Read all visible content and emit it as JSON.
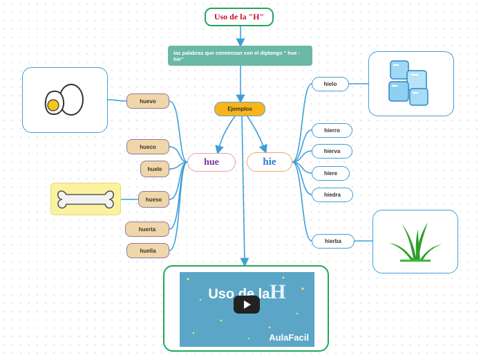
{
  "title": "Uso de la \"H\"",
  "description": "las palabras que comienzan con el diptongo \" hue - hie\"",
  "examples_label": "Ejemplos",
  "hue": {
    "label": "hue",
    "words": [
      "huevo",
      "hueco",
      "huele",
      "hueso",
      "huerta",
      "huella"
    ]
  },
  "hie": {
    "label": "hie",
    "words": [
      "hielo",
      "hierro",
      "hierva",
      "hiere",
      "hiedra",
      "hierba"
    ]
  },
  "video": {
    "title_text": "Uso de la",
    "title_letter": "H",
    "brand": "AulaFacil"
  },
  "colors": {
    "accent_green": "#1fa85a",
    "title_red": "#c0112a",
    "desc_teal": "#6ab8a6",
    "examples_orange": "#f7b51a",
    "link_blue": "#3f9ed8",
    "leaf_tan": "#f0d6a8"
  }
}
